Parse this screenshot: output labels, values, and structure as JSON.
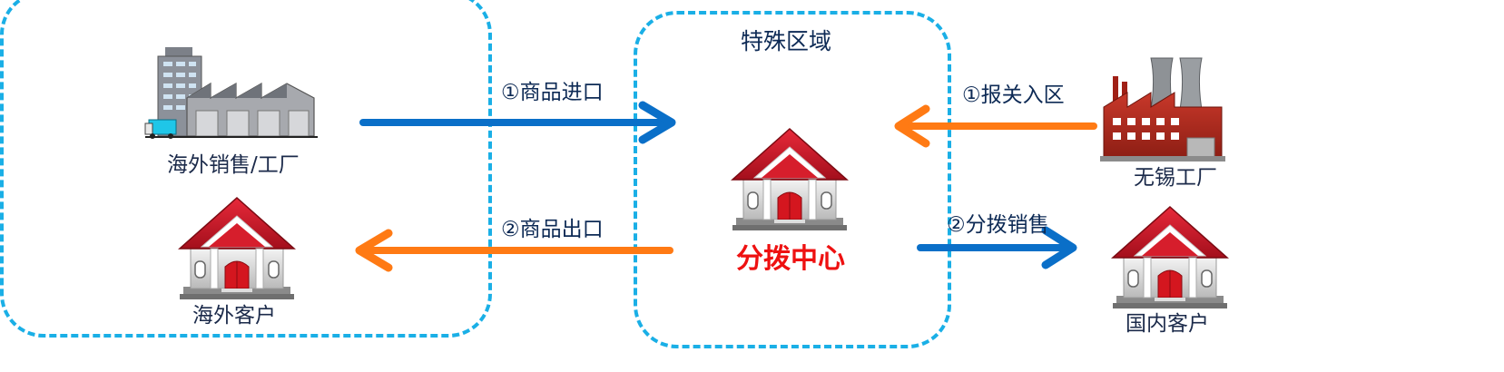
{
  "zones": {
    "special_title": "特殊区域"
  },
  "nodes": {
    "overseas_factory": "海外销售/工厂",
    "overseas_customer": "海外客户",
    "distribution_center": "分拨中心",
    "wuxi_factory": "无锡工厂",
    "domestic_customer": "国内客户"
  },
  "flows": {
    "import": "①商品进口",
    "export": "②商品出口",
    "customs_entry": "①报关入区",
    "distribution_sales": "②分拨销售"
  },
  "colors": {
    "zone_border": "#1aafe6",
    "arrow_blue": "#0a6fc8",
    "arrow_orange": "#ff7a14",
    "center_label": "#ee1111"
  }
}
